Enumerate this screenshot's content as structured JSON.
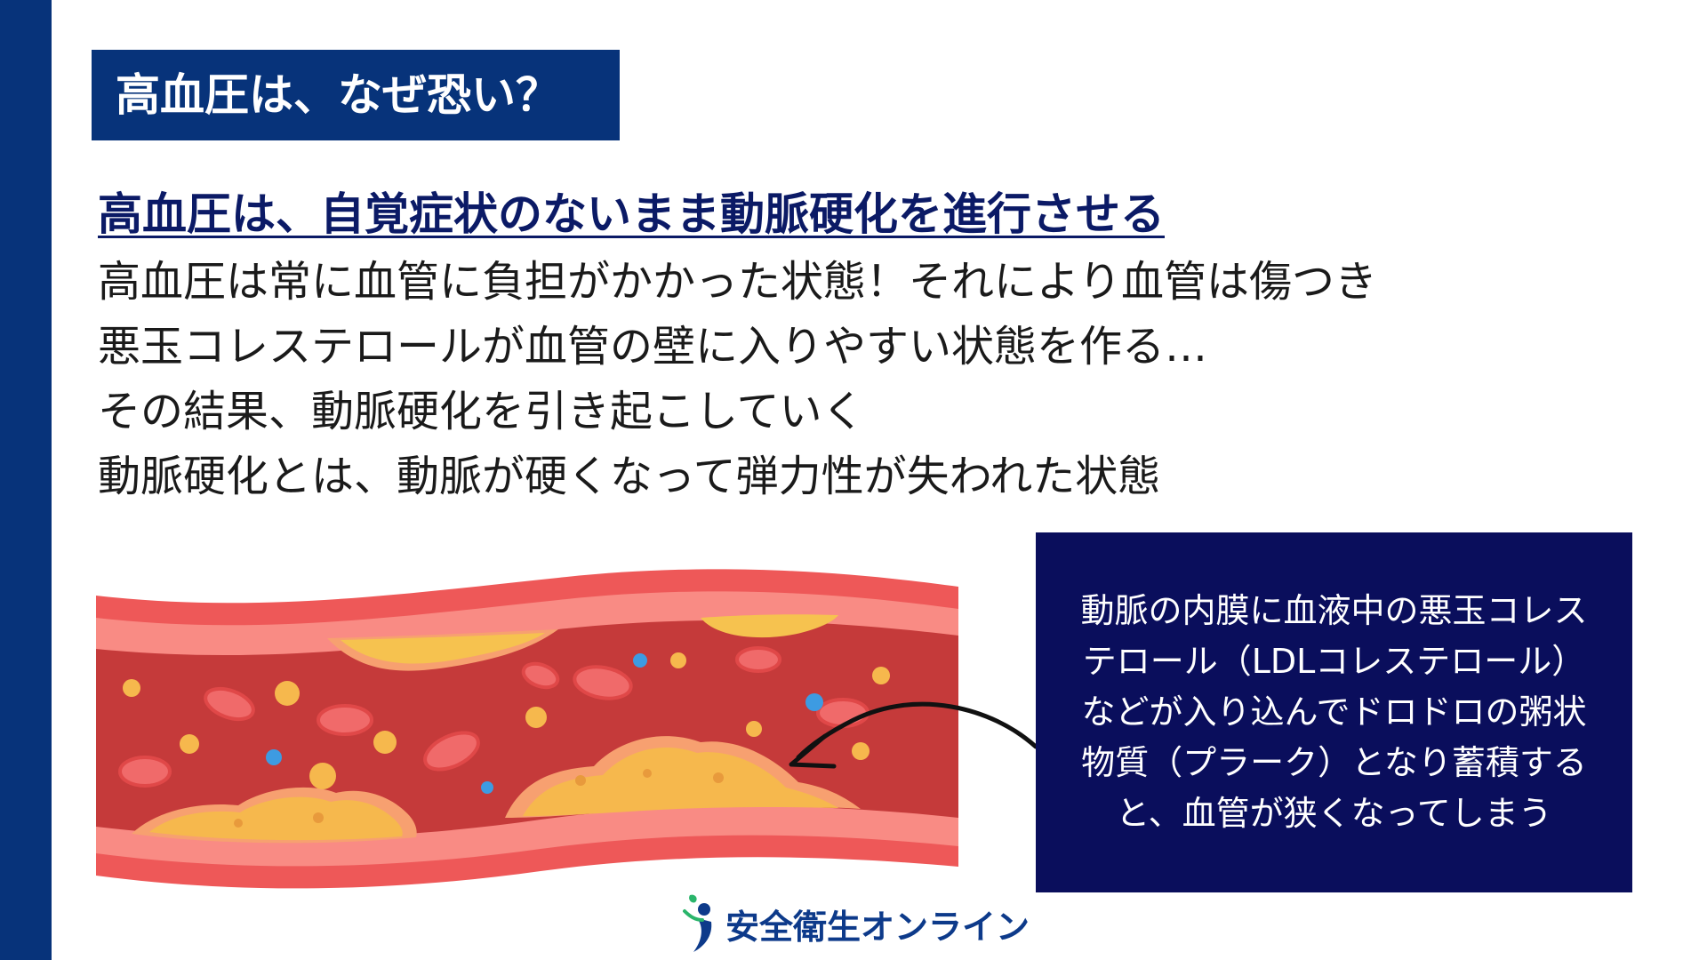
{
  "title": "高血圧は、なぜ恐い？",
  "headline": "高血圧は、自覚症状のないまま動脈硬化を進行させる",
  "body_lines": [
    "高血圧は常に血管に負担がかかった状態！それにより血管は傷つき",
    "悪玉コレステロールが血管の壁に入りやすい状態を作る…",
    "その結果、動脈硬化を引き起こしていく",
    "動脈硬化とは、動脈が硬くなって弾力性が失われた状態"
  ],
  "callout_lines": [
    "動脈の内膜に血液中の悪玉コレス",
    "テロール（LDLコレステロール）",
    "などが入り込んでドロドロの粥状",
    "物質（プラーク）となり蓄積する",
    "と、血管が狭くなってしまう"
  ],
  "logo_text": "安全衛生オンライン",
  "colors": {
    "navy": "#07337a",
    "callout_bg": "#0a0e5c",
    "vessel_outer": "#ee5858",
    "vessel_wall": "#f98b84",
    "lumen": "#c53a3a",
    "plaque": "#f6b84d"
  },
  "icons": {
    "artery": "artery-cross-section-illustration",
    "arrow": "curved-arrow-icon",
    "logo": "runner-logo-icon"
  }
}
